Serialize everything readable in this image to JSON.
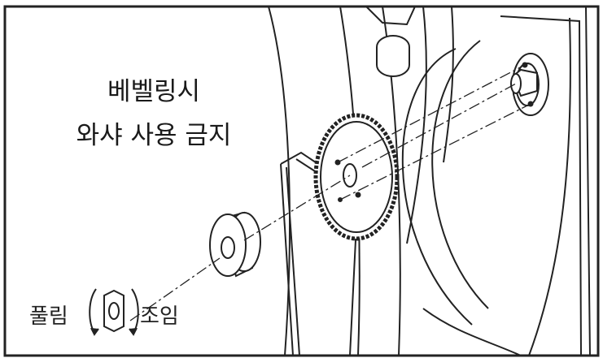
{
  "warning": {
    "line1": "베벨링시",
    "line2": "와샤 사용 금지"
  },
  "nut_rotation": {
    "loosen_label": "풀림",
    "tighten_label": "조임"
  }
}
